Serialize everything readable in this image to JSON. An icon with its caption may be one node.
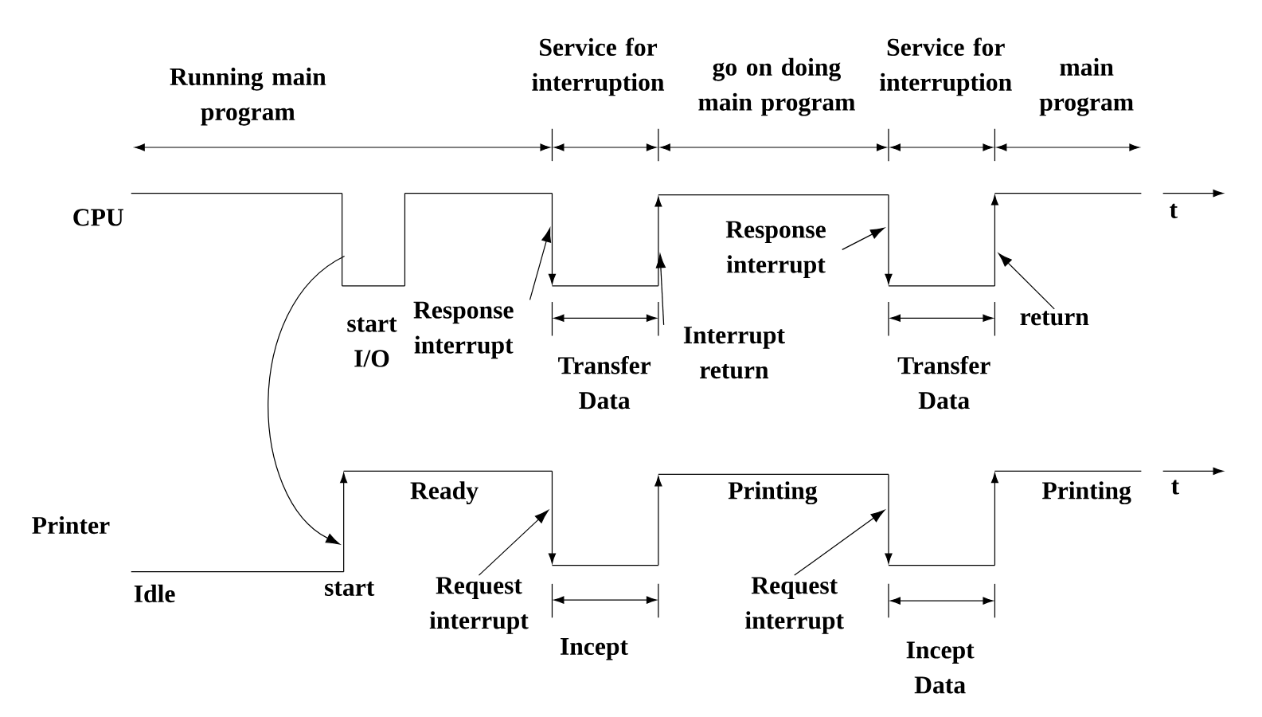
{
  "diagram": {
    "nodes": [
      {
        "text": [
          "Response interrupt"
        ]
      },
      {
        "text": [
          "Response interrupt"
        ]
      },
      {
        "text": [
          "Interrupt return"
        ]
      },
      {
        "text": [
          "return"
        ]
      },
      {
        "text": [
          "Request interrupt"
        ]
      },
      {
        "text": [
          "Request interrupt"
        ]
      },
      {
        "text": [],
        "shape": "line"
      }
    ],
    "edges": [
      {
        "from": null,
        "to": 6,
        "arrow": "to"
      },
      {
        "from": 0,
        "to": null,
        "arrow": "to"
      },
      {
        "from": 1,
        "to": null,
        "arrow": "to"
      },
      {
        "from": 2,
        "to": null,
        "arrow": "to"
      },
      {
        "from": 3,
        "to": null,
        "arrow": "to"
      },
      {
        "from": 4,
        "to": null,
        "arrow": "to"
      },
      {
        "from": 5,
        "to": null,
        "arrow": "to"
      }
    ],
    "labels": [
      "Service for interruption",
      "Service for interruption",
      "Running main program",
      "go on doing main program",
      "main program",
      "CPU",
      "t",
      "start I/O",
      "Transfer Data",
      "Transfer Data",
      "Printer",
      "Ready",
      "Printing",
      "Printing",
      "t",
      "Idle",
      "start",
      "Incept",
      "Incept Data"
    ]
  }
}
